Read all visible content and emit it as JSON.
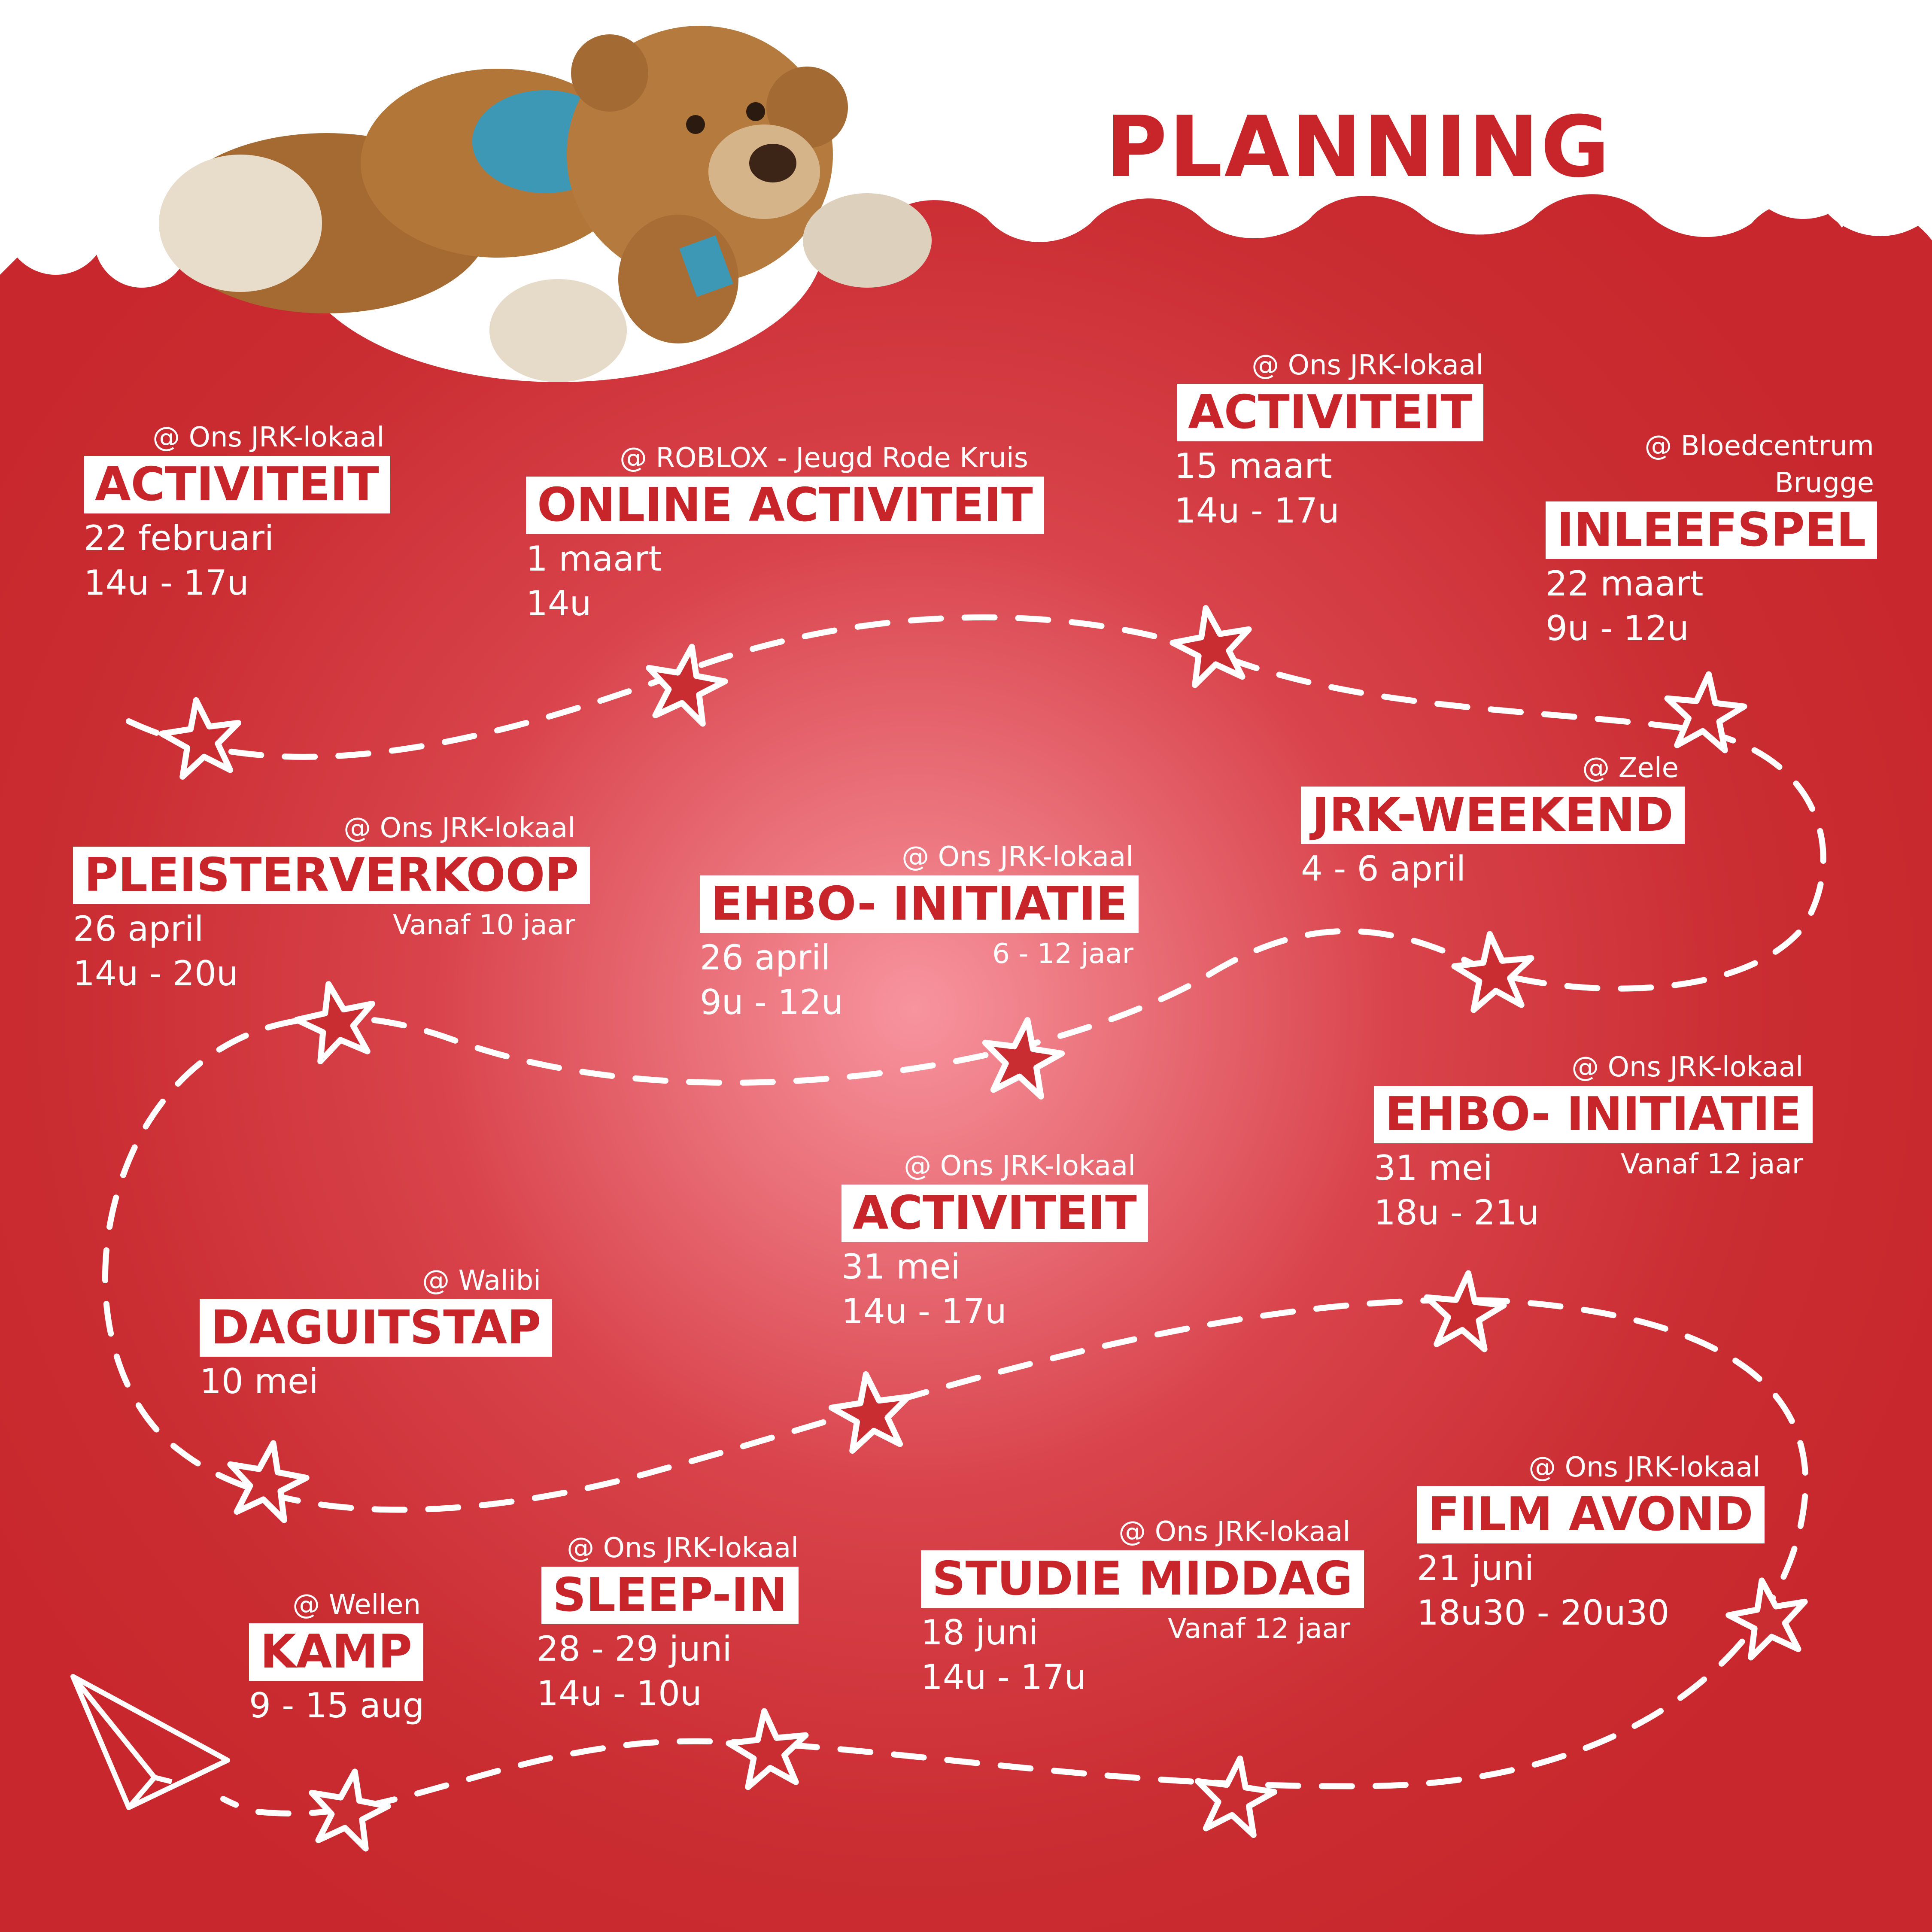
{
  "title": "PLANNING",
  "colors": {
    "brand_red": "#c8252b",
    "center_glow": "#f7949e",
    "white": "#ffffff"
  },
  "events": [
    {
      "location": "@ Ons JRK-lokaal",
      "name": "ACTIVITEIT",
      "date": "22 februari",
      "time": "14u - 17u"
    },
    {
      "location": "@ ROBLOX - Jeugd Rode Kruis",
      "name": "ONLINE ACTIVITEIT",
      "date": "1 maart",
      "time": "14u"
    },
    {
      "location": "@ Ons JRK-lokaal",
      "name": "ACTIVITEIT",
      "date": "15 maart",
      "time": "14u - 17u"
    },
    {
      "location": "@ Bloedcentrum",
      "location2": "Brugge",
      "name": "INLEEFSPEL",
      "date": "22 maart",
      "time": "9u - 12u"
    },
    {
      "location": "@ Zele",
      "name": "JRK-WEEKEND",
      "date": "4 - 6 april"
    },
    {
      "location": "@ Ons JRK-lokaal",
      "name": "PLEISTERVERKOOP",
      "date": "26 april",
      "time": "14u - 20u",
      "note": "Vanaf 10 jaar"
    },
    {
      "location": "@ Ons JRK-lokaal",
      "name": "EHBO- INITIATIE",
      "date": "26 april",
      "time": "9u - 12u",
      "note": "6 - 12 jaar"
    },
    {
      "location": "@ Ons JRK-lokaal",
      "name": "EHBO- INITIATIE",
      "date": "31 mei",
      "time": "18u - 21u",
      "note": "Vanaf 12 jaar"
    },
    {
      "location": "@ Ons JRK-lokaal",
      "name": "ACTIVITEIT",
      "date": "31 mei",
      "time": "14u - 17u"
    },
    {
      "location": "@ Walibi",
      "name": "DAGUITSTAP",
      "date": "10 mei"
    },
    {
      "location": "@ Ons JRK-lokaal",
      "name": "FILM AVOND",
      "date": "21 juni",
      "time": "18u30 - 20u30"
    },
    {
      "location": "@ Ons JRK-lokaal",
      "name": "STUDIE MIDDAG",
      "date": "18 juni",
      "time": "14u - 17u",
      "note": "Vanaf 12 jaar"
    },
    {
      "location": "@ Ons JRK-lokaal",
      "name": "SLEEP-IN",
      "date": "28 - 29 juni",
      "time": "14u - 10u"
    },
    {
      "location": "@ Wellen",
      "name": "KAMP",
      "date": "9 - 15 aug"
    }
  ]
}
